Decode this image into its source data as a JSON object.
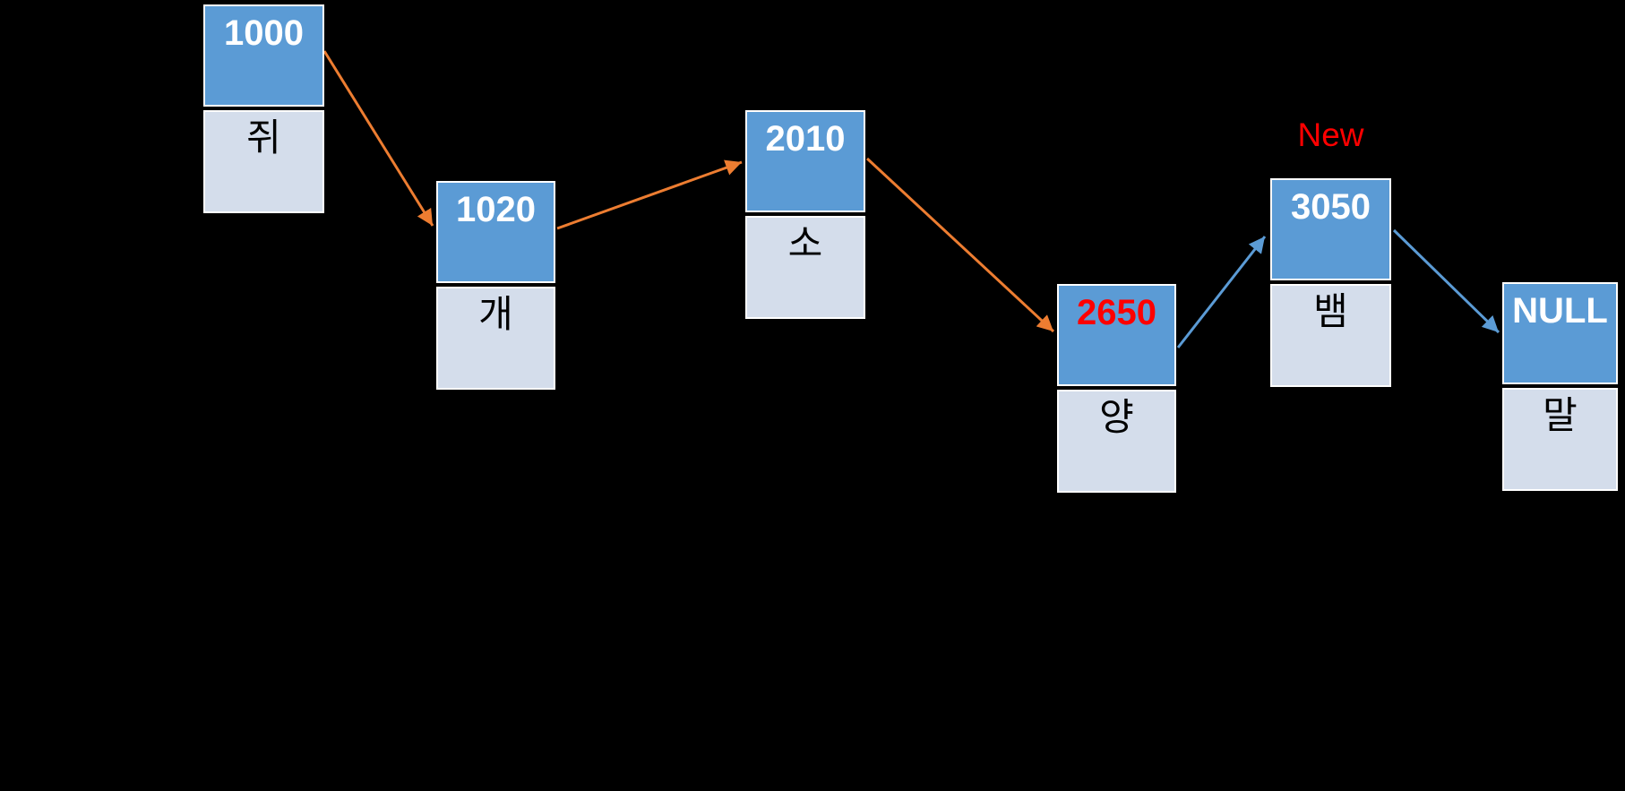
{
  "diagram": {
    "description_visible_text_only": true,
    "new_label": "New",
    "nodes": [
      {
        "address": "1000",
        "value": "쥐",
        "address_color": "white"
      },
      {
        "address": "1020",
        "value": "개",
        "address_color": "white"
      },
      {
        "address": "2010",
        "value": "소",
        "address_color": "white"
      },
      {
        "address": "2650",
        "value": "양",
        "address_color": "red"
      },
      {
        "address": "3050",
        "value": "뱀",
        "address_color": "white",
        "label_above": "New"
      },
      {
        "address": "NULL",
        "value": "말",
        "address_color": "white"
      }
    ],
    "arrows": [
      {
        "from": "1000",
        "to": "1020",
        "color_name": "orange"
      },
      {
        "from": "1020",
        "to": "2010",
        "color_name": "orange"
      },
      {
        "from": "2010",
        "to": "2650",
        "color_name": "orange"
      },
      {
        "from": "2650",
        "to": "3050",
        "color_name": "blue"
      },
      {
        "from": "3050",
        "to": "NULL",
        "color_name": "blue"
      }
    ]
  },
  "colors": {
    "background": "#000000",
    "header_blue": "#5B9BD5",
    "body_light": "#D4DDEB",
    "border_white": "#FFFFFF",
    "number_white": "#FFFFFF",
    "text_black": "#000000",
    "highlight_red": "#FF0000",
    "arrow_orange": "#ED7D31",
    "arrow_blue": "#5B9BD5"
  }
}
